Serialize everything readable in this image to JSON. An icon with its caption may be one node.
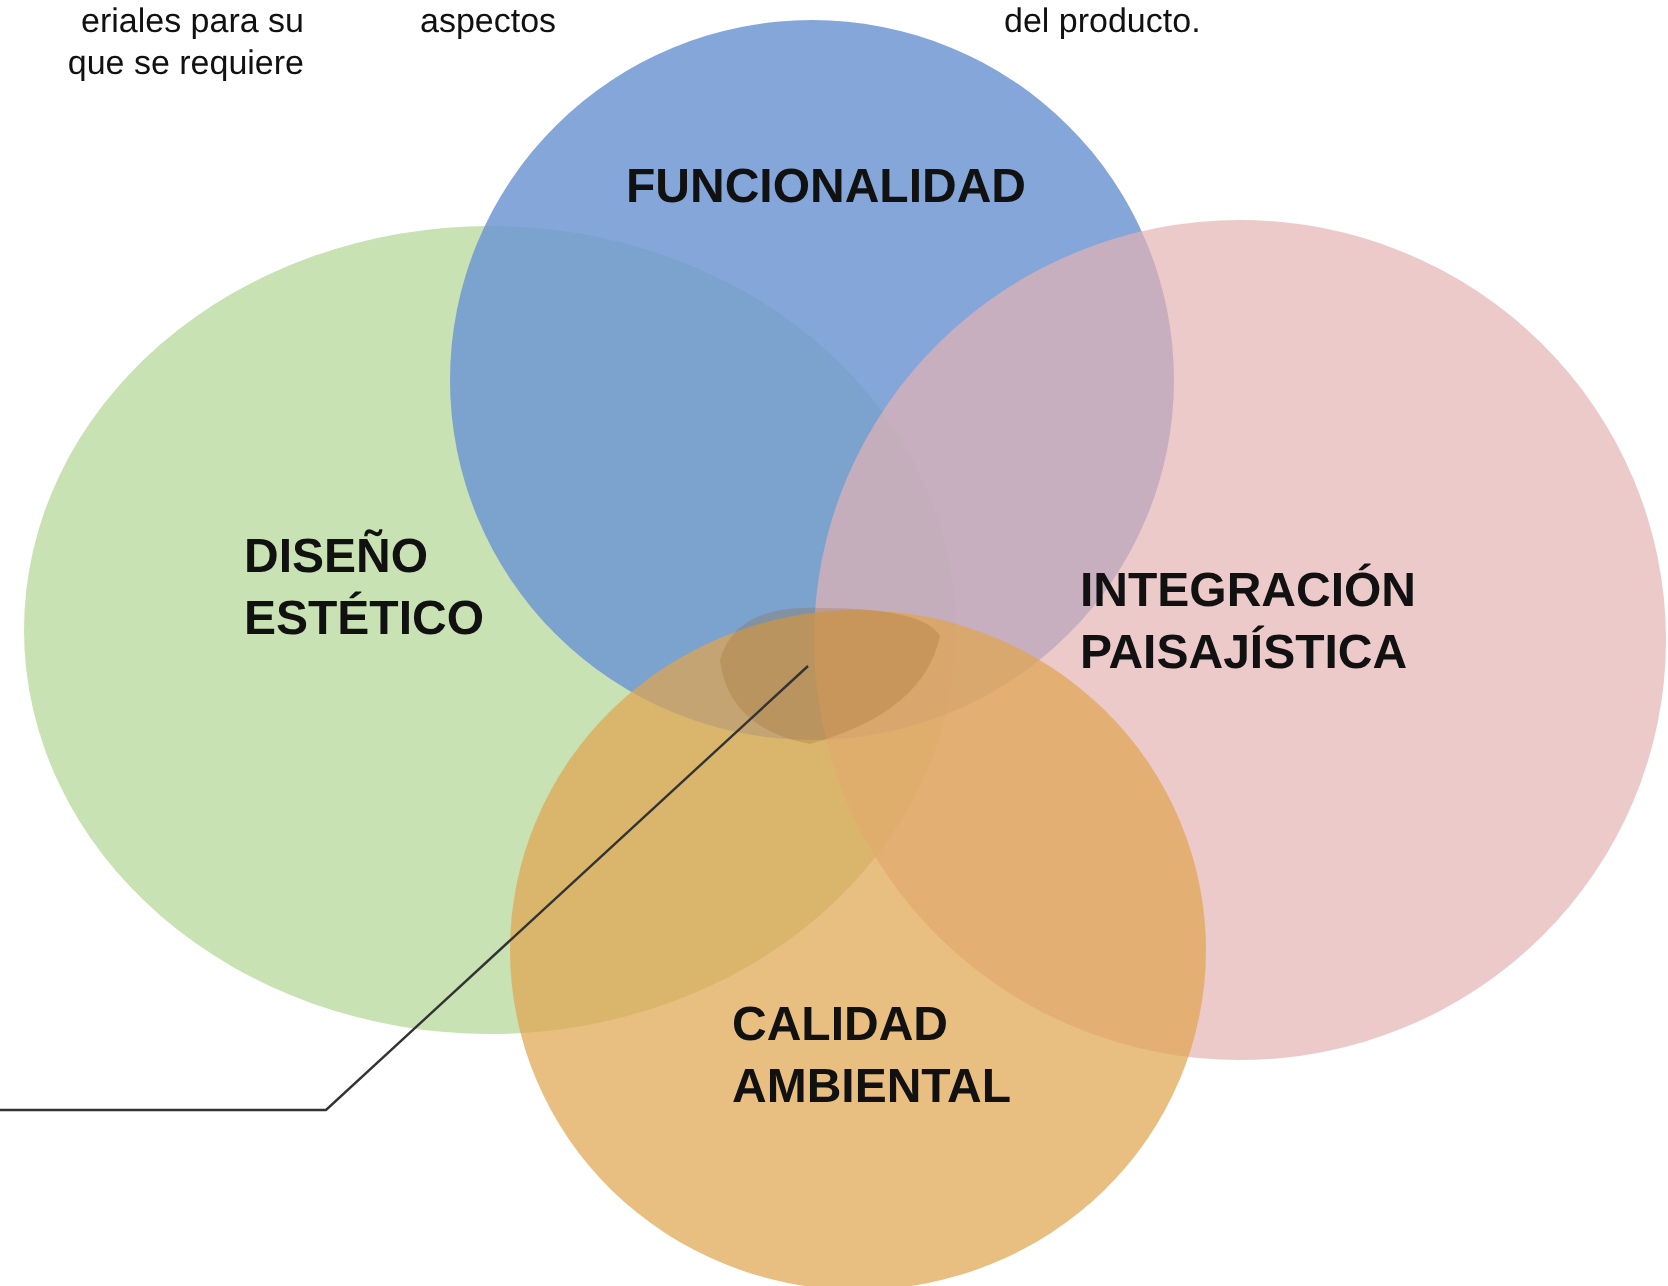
{
  "diagram": {
    "nodes": [
      {
        "text": [
          "FUNCIONALIDAD"
        ]
      },
      {
        "text": [
          "DISEÑO ESTÉTICO"
        ]
      },
      {
        "text": [
          "INTEGRACIÓN PAISAJÍSTICA"
        ]
      },
      {
        "text": [
          "CALIDAD AMBIENTAL"
        ]
      },
      {
        "text": [],
        "shape": "lens"
      }
    ],
    "edges": [
      {
        "from": null,
        "to": 4,
        "arrow": "none"
      }
    ],
    "labels": [
      "eriales para su que se requiere",
      "aspectos",
      "del producto."
    ]
  }
}
